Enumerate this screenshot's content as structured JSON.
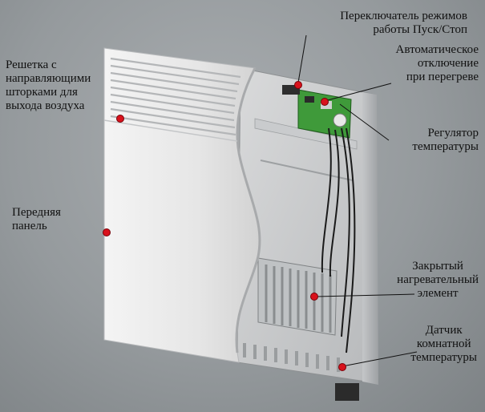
{
  "labels": {
    "mode_switch": [
      "Переключатель режимов",
      "работы Пуск/Стоп"
    ],
    "overheat": [
      "Автоматическое",
      "отключение",
      "при перегреве"
    ],
    "grille": [
      "Решетка с",
      "направляющими",
      "шторками для",
      "выхода воздуха"
    ],
    "thermostat": [
      "Регулятор",
      "температуры"
    ],
    "front_panel": [
      "Передняя",
      "панель"
    ],
    "heating_element": [
      "Закрытый",
      "нагревательный",
      "элемент"
    ],
    "room_sensor": [
      "Датчик",
      "комнатной",
      "температуры"
    ]
  },
  "colors": {
    "pointer": "#d8121c",
    "panel": "#ececec",
    "board": "#3f9a3a",
    "line": "#111111"
  }
}
